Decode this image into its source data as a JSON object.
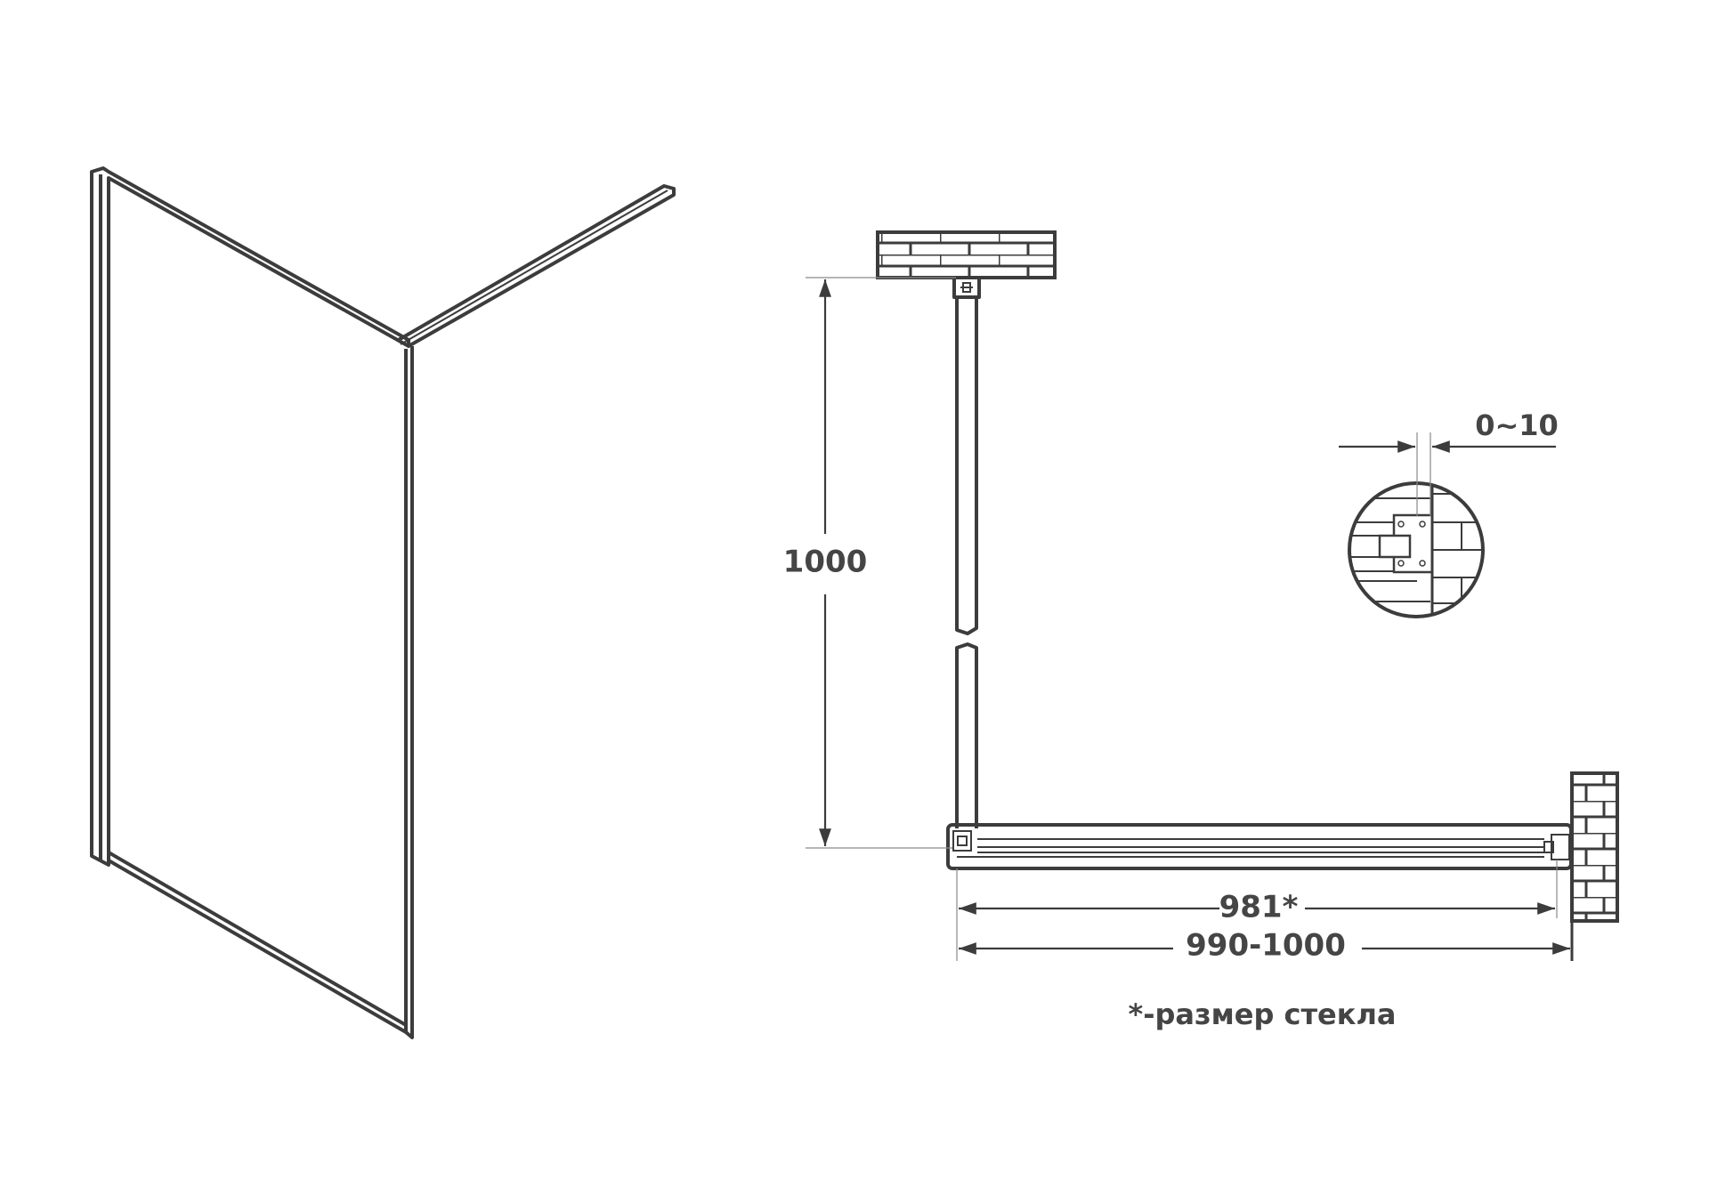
{
  "dimensions": {
    "depth": "1000",
    "glass_width": "981*",
    "installation_width": "990-1000",
    "wall_gap": "0~10"
  },
  "footnote": "*-размер стекла",
  "colors": {
    "line": "#3c3c3c",
    "text": "#454545",
    "background": "#ffffff"
  }
}
